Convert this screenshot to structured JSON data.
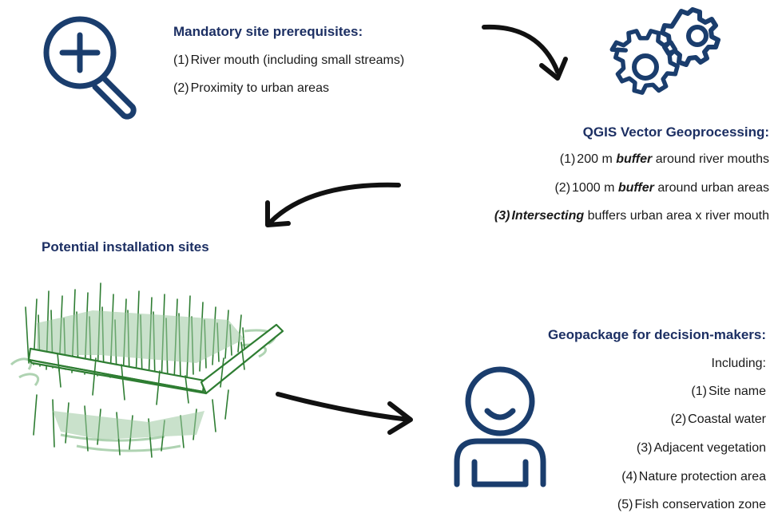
{
  "prerequisites": {
    "title": "Mandatory site prerequisites:",
    "items": [
      {
        "num": "(1)",
        "text": "River mouth (including small streams)"
      },
      {
        "num": "(2)",
        "text": "Proximity to urban areas"
      }
    ]
  },
  "geoprocessing": {
    "title": "QGIS Vector Geoprocessing:",
    "items": [
      {
        "num": "(1)",
        "pre": "200 m ",
        "em": "buffer",
        "post": " around river mouths"
      },
      {
        "num": "(2)",
        "pre": "1000 m ",
        "em": "buffer",
        "post": " around urban areas"
      },
      {
        "num": "(3)",
        "em": "Intersecting",
        "post": " buffers urban area x river mouth"
      }
    ]
  },
  "sites": {
    "title": "Potential installation sites"
  },
  "geopackage": {
    "title": "Geopackage for decision-makers:",
    "intro": "Including:",
    "items": [
      {
        "num": "(1)",
        "text": "Site name"
      },
      {
        "num": "(2)",
        "text": "Coastal water"
      },
      {
        "num": "(3)",
        "text": "Adjacent vegetation"
      },
      {
        "num": "(4)",
        "text": "Nature protection area"
      },
      {
        "num": "(5)",
        "text": "Fish conservation zone"
      }
    ]
  },
  "icons": {
    "search": "search-plus-icon",
    "gears": "gears-icon",
    "grass": "seagrass-planting-frame-icon",
    "person": "person-icon"
  },
  "colors": {
    "navy": "#1c2f63",
    "icon": "#1a3d6d",
    "grass": "#2e7d32",
    "grass_light": "#9cc9a0",
    "arrow": "#111111"
  }
}
